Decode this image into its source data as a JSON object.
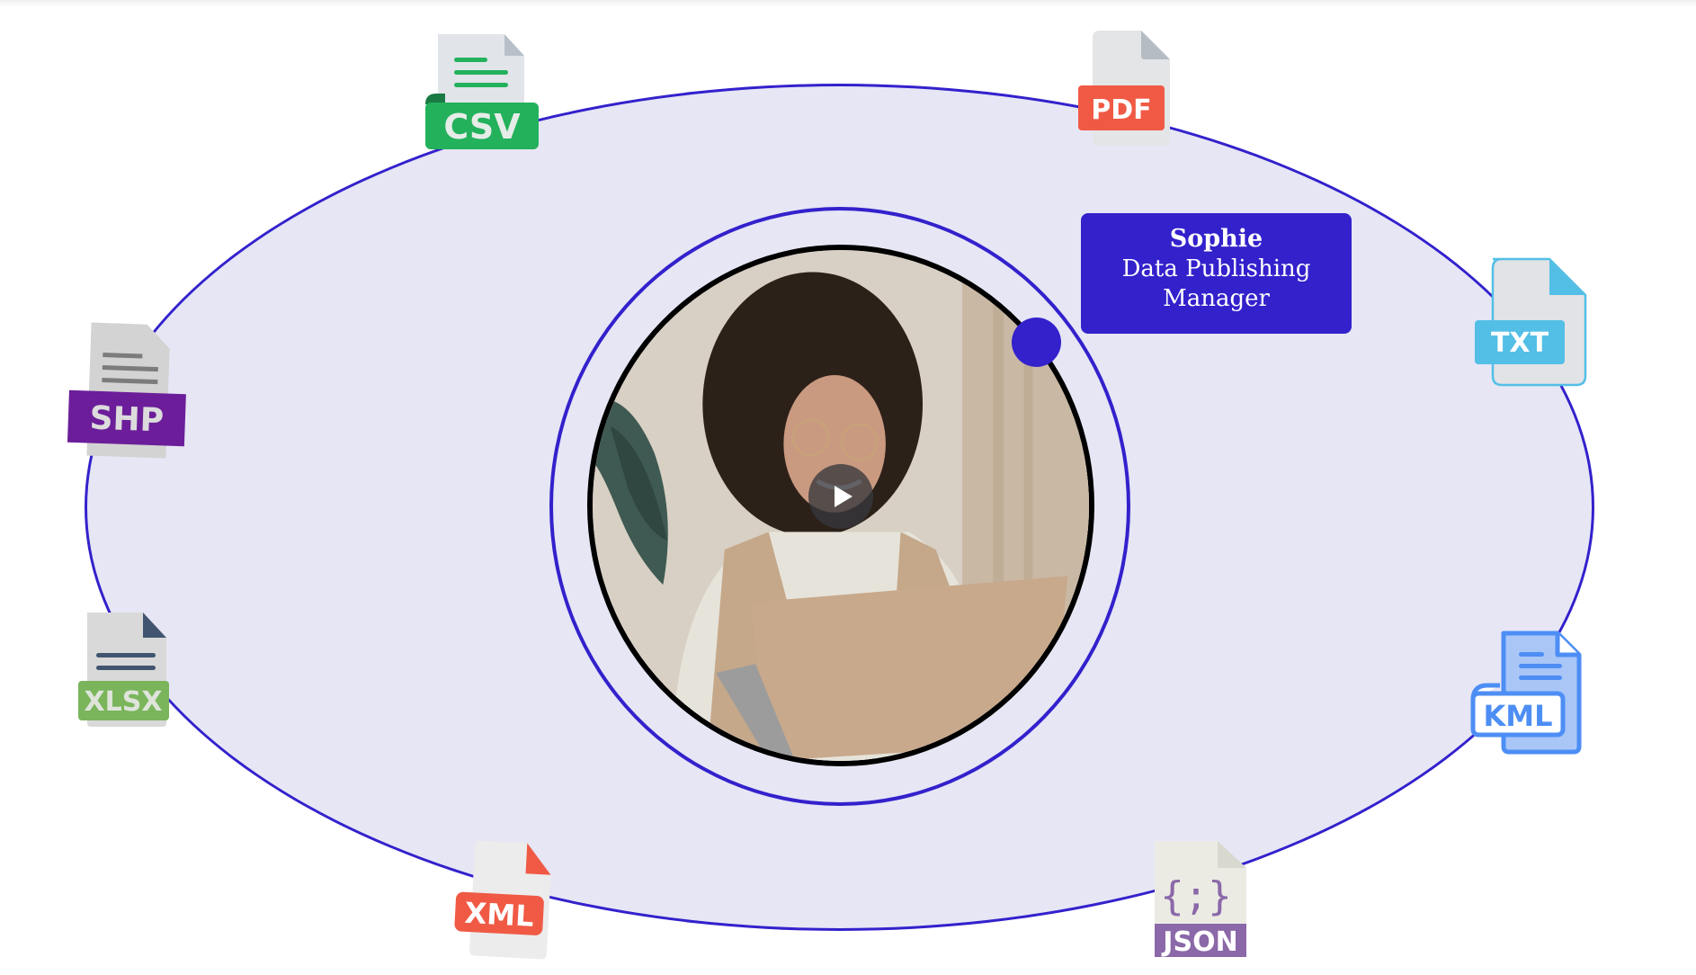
{
  "profile": {
    "name": "Sophie",
    "role": "Data Publishing Manager",
    "photo_alt": "woman-smiling-at-laptop",
    "play_icon": "play-icon"
  },
  "colors": {
    "accent": "#3321cc",
    "orbit_fill": "#e6e6f5",
    "csv": "#23b15c",
    "pdf": "#f05a45",
    "txt": "#53bfe6",
    "shp": "#6c1e9a",
    "xlsx": "#7ab55c",
    "kml": "#4d8ef5",
    "xml": "#f05a45",
    "json": "#8b68a8"
  },
  "file_types": [
    {
      "id": "csv",
      "label": "CSV",
      "icon": "csv-file-icon"
    },
    {
      "id": "pdf",
      "label": "PDF",
      "icon": "pdf-file-icon"
    },
    {
      "id": "txt",
      "label": "TXT",
      "icon": "txt-file-icon"
    },
    {
      "id": "shp",
      "label": "SHP",
      "icon": "shp-file-icon"
    },
    {
      "id": "xlsx",
      "label": "XLSX",
      "icon": "xlsx-file-icon"
    },
    {
      "id": "kml",
      "label": "KML",
      "icon": "kml-file-icon"
    },
    {
      "id": "xml",
      "label": "XML",
      "icon": "xml-file-icon"
    },
    {
      "id": "json",
      "label": "JSON",
      "icon": "json-file-icon",
      "glyph": "{;}"
    }
  ]
}
